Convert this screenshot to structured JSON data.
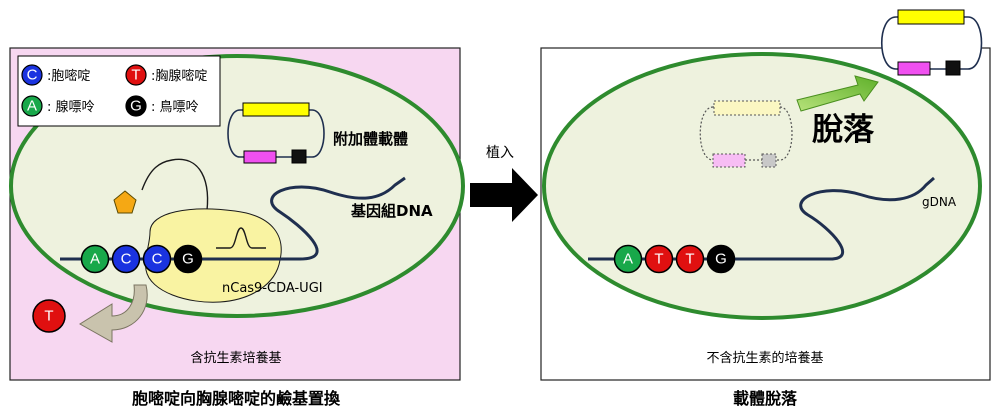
{
  "left_panel": {
    "legend": [
      {
        "letter": "C",
        "label": ":胞嘧啶",
        "color": "#1a33e0"
      },
      {
        "letter": "T",
        "label": ":胸腺嘧啶",
        "color": "#e01010"
      },
      {
        "letter": "A",
        "label": ": 腺嘌呤",
        "color": "#18a84a"
      },
      {
        "letter": "G",
        "label": ": 鳥嘌呤",
        "color": "#000000"
      }
    ],
    "plasmid_label": "附加體載體",
    "genome_label": "基因組DNA",
    "enzyme_label": "nCas9-CDA-UGI",
    "sequence": [
      {
        "letter": "A",
        "color": "#18a84a"
      },
      {
        "letter": "C",
        "color": "#1a33e0"
      },
      {
        "letter": "C",
        "color": "#1a33e0"
      },
      {
        "letter": "G",
        "color": "#000000"
      }
    ],
    "free_base": {
      "letter": "T",
      "color": "#e01010"
    },
    "medium_label": "含抗生素培養基",
    "caption": "胞嘧啶向胸腺嘧啶的鹼基置換",
    "background_color": "#f7d7f1"
  },
  "arrow_label": "植入",
  "right_panel": {
    "loss_label": "脫落",
    "genome_label": "gDNA",
    "sequence": [
      {
        "letter": "A",
        "color": "#18a84a"
      },
      {
        "letter": "T",
        "color": "#e01010"
      },
      {
        "letter": "T",
        "color": "#e01010"
      },
      {
        "letter": "G",
        "color": "#000000"
      }
    ],
    "medium_label": "不含抗生素的培養基",
    "caption": "載體脫落",
    "background_color": "#ffffff"
  },
  "colors": {
    "cell_fill": "#eef2de",
    "cell_stroke": "#2e8b2e",
    "enzyme_fill": "#f9f3a2",
    "plasmid_yellow": "#ffff00",
    "plasmid_magenta": "#f050f0",
    "dna_line": "#1f2f4f",
    "loss_arrow": "#8fd44a",
    "return_arrow": "#c9c3ad"
  }
}
